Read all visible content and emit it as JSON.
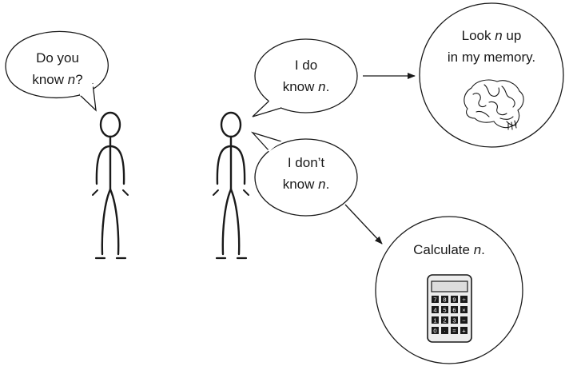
{
  "diagram": {
    "title": "",
    "colors": {
      "stroke": "#1a1a1a",
      "background": "#ffffff",
      "calc_screen": "#dcdcdc",
      "calc_body": "#e8e8e8"
    },
    "bubbles": [
      {
        "id": "question",
        "line1": "Do you",
        "line2_prefix": "know ",
        "line2_var": "n",
        "line2_suffix": "?"
      },
      {
        "id": "known",
        "line1": "I do",
        "line2_prefix": "know ",
        "line2_var": "n",
        "line2_suffix": "."
      },
      {
        "id": "unknown",
        "line1": "I don’t",
        "line2_prefix": "know ",
        "line2_var": "n",
        "line2_suffix": "."
      }
    ],
    "outcomes": [
      {
        "id": "memory",
        "line1_prefix": "Look ",
        "line1_var": "n",
        "line1_suffix": " up",
        "line2": "in my memory.",
        "icon": "brain-icon"
      },
      {
        "id": "calculate",
        "line1_prefix": "Calculate ",
        "line1_var": "n",
        "line1_suffix": ".",
        "icon": "calculator-icon"
      }
    ],
    "calculator_keys": [
      [
        "7",
        "8",
        "9",
        "÷"
      ],
      [
        "4",
        "5",
        "6",
        "×"
      ],
      [
        "1",
        "2",
        "3",
        "−"
      ],
      [
        "0",
        "·",
        "=",
        "+"
      ]
    ],
    "figures": [
      "asker",
      "responder"
    ]
  }
}
